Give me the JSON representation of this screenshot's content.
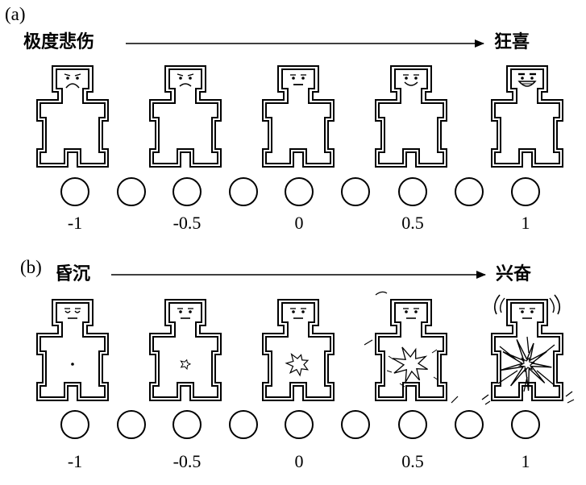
{
  "panel_a": {
    "tag": "(a)",
    "left_label": "极度悲伤",
    "right_label": "狂喜",
    "values": [
      "-1",
      "-0.5",
      "0",
      "0.5",
      "1"
    ],
    "faces": [
      "very-sad",
      "sad",
      "neutral",
      "smile",
      "grin"
    ]
  },
  "panel_b": {
    "tag": "(b)",
    "left_label": "昏沉",
    "right_label": "兴奋",
    "values": [
      "-1",
      "-0.5",
      "0",
      "0.5",
      "1"
    ],
    "arousal_levels": [
      0,
      0.25,
      0.5,
      0.75,
      1
    ]
  },
  "colors": {
    "ink": "#000000",
    "background": "#ffffff"
  }
}
